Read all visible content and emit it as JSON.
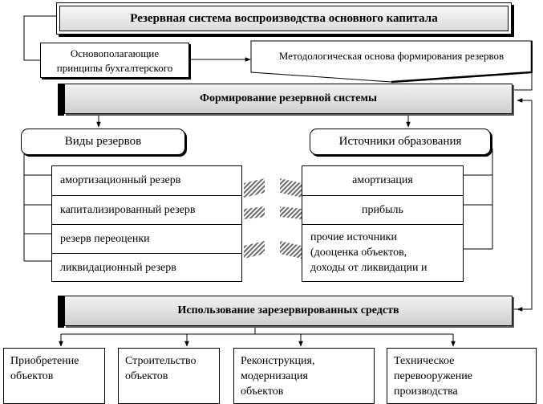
{
  "title": "Резервная система воспроизводства основного капитала",
  "principles_box": {
    "line1": "Основополагающие",
    "line2": "принципы бухгалтерского"
  },
  "methodology_box": "Методологическая основа формирования резервов",
  "formation_bar": "Формирование резервной системы",
  "types_header": "Виды резервов",
  "sources_header": "Источники образования",
  "reserve_types": [
    "амортизационный резерв",
    "капитализированный резерв",
    "резерв переоценки",
    "ликвидационный резерв"
  ],
  "sources": {
    "items": [
      "амортизация",
      "прибыль"
    ],
    "other_lines": [
      "прочие источники",
      "(дооценка объектов,",
      "доходы от ликвидации и"
    ]
  },
  "usage_bar": "Использование зарезервированных средств",
  "outcomes": [
    {
      "line1": "Приобретение",
      "line2": "объектов",
      "line3": ""
    },
    {
      "line1": "Строительство",
      "line2": "объектов",
      "line3": ""
    },
    {
      "line1": "Реконструкция,",
      "line2": "модернизация",
      "line3": "объектов"
    },
    {
      "line1": "Техническое",
      "line2": "перевооружение",
      "line3": "производства"
    }
  ]
}
